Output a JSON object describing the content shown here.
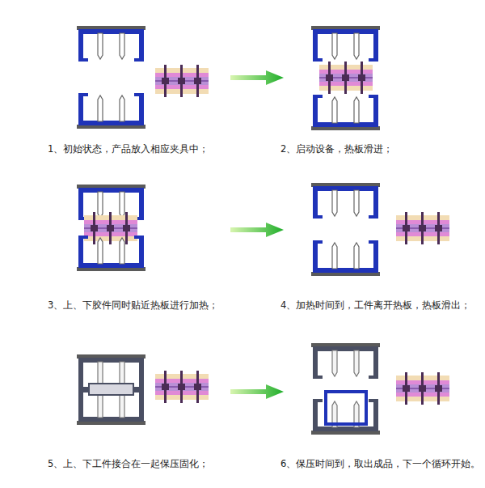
{
  "diagram": {
    "labels": [
      "1、初始状态，产品放入相应夹具中；",
      "2、启动设备，热板滑进；",
      "3、上、下胶件同时贴近热板进行加热；",
      "4、加热时间到，工件离开热板，热板滑出；",
      "5、上、下工件接合在一起保压固化；",
      "6、保压时间到，取出成品，下一个循环开始。"
    ]
  }
}
